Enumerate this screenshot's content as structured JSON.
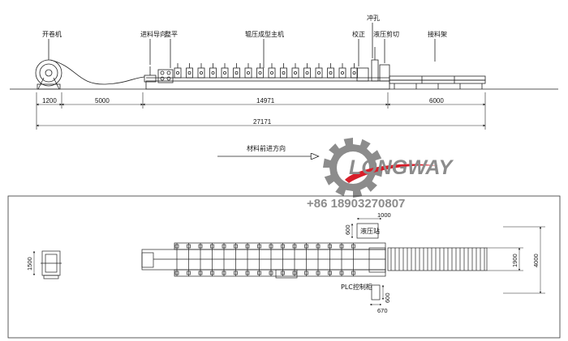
{
  "side_view": {
    "labels": {
      "decoiler": "开卷机",
      "feed_guide": "进料导向",
      "leveler": "整平",
      "main_roll_former": "辊压成型主机",
      "straightener": "校正",
      "punch": "冲孔",
      "hydraulic_cut": "液压剪切",
      "output_table": "接料架"
    },
    "dimensions": {
      "d1": "1200",
      "d2": "5000",
      "d3": "14971",
      "d4": "6000",
      "total": "27171"
    }
  },
  "direction_label": "材料前进方向",
  "brand": {
    "name": "LONGWAY",
    "phone": "+86 18903270807",
    "colors": {
      "red": "#d81e2a",
      "gray": "#8c8c8c"
    }
  },
  "top_view": {
    "labels": {
      "hydraulic_station": "液压站",
      "plc_cabinet": "PLC控制柜"
    },
    "dimensions": {
      "decoiler_width": "1500",
      "hs_width": "1000",
      "hs_depth": "600",
      "plc_depth": "600",
      "plc_width": "670",
      "width_1900": "1900",
      "width_4000": "4000"
    }
  },
  "colors": {
    "line": "#222222",
    "border": "#333333"
  }
}
